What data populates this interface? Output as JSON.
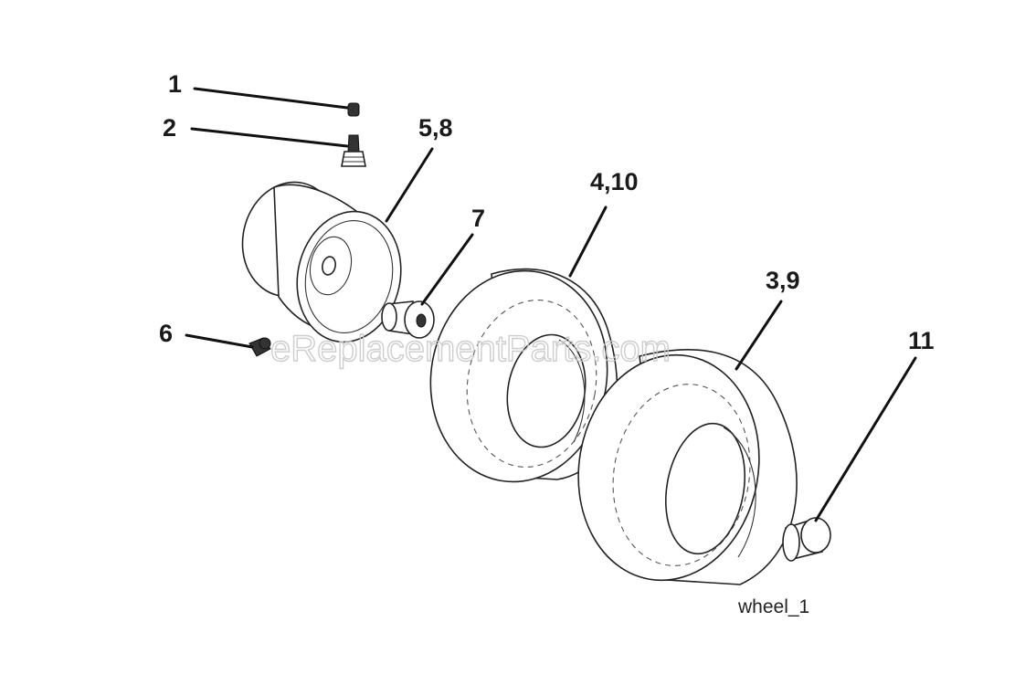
{
  "callouts": {
    "c1": "1",
    "c2": "2",
    "c58": "5,8",
    "c7": "7",
    "c410": "4,10",
    "c39": "3,9",
    "c6": "6",
    "c11": "11"
  },
  "figure_id": "wheel_1",
  "watermark": "eReplacementParts.com"
}
